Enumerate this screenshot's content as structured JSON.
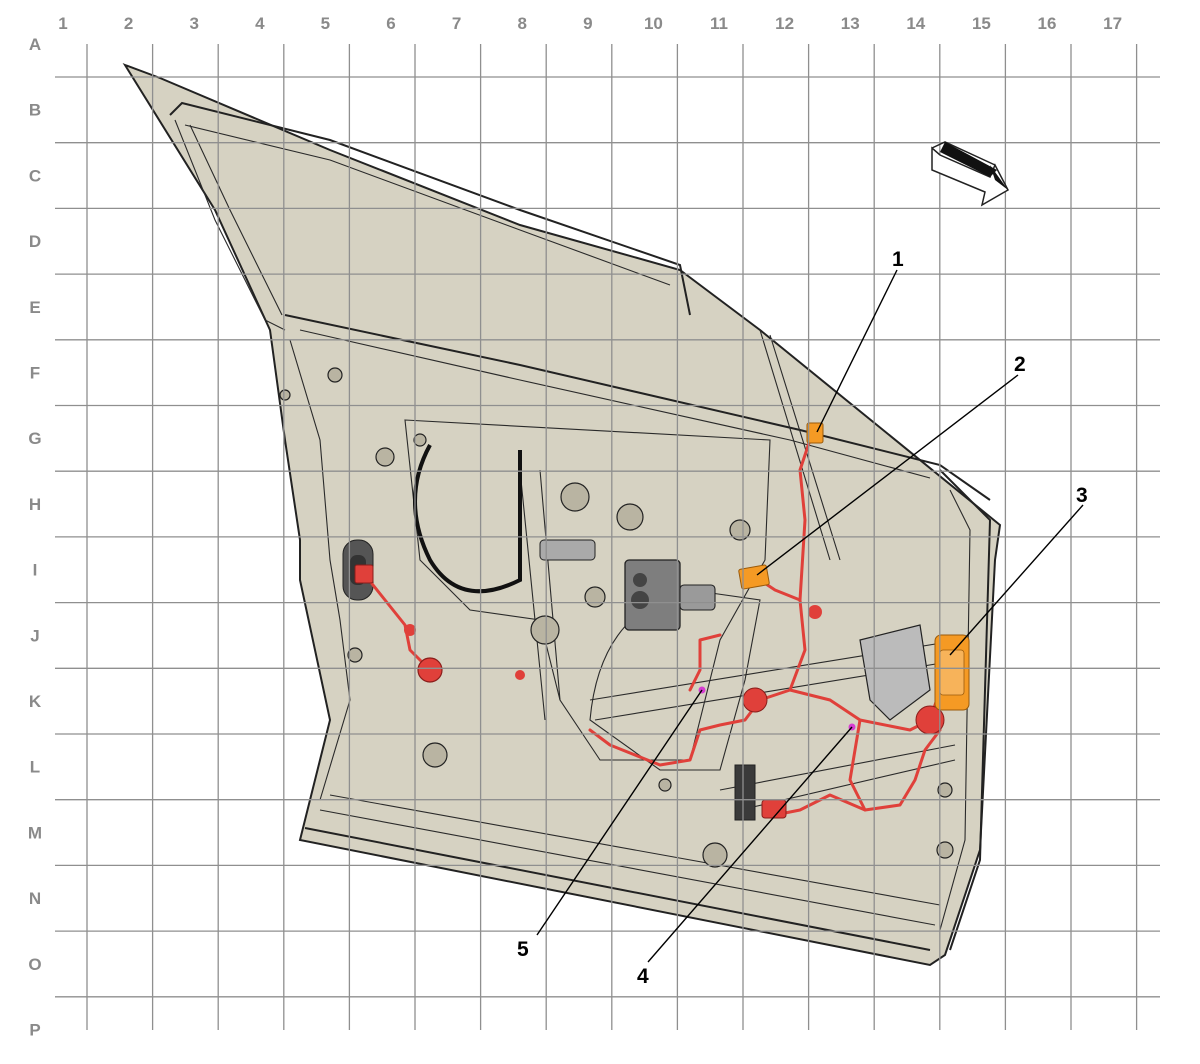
{
  "grid": {
    "columns": [
      "1",
      "2",
      "3",
      "4",
      "5",
      "6",
      "7",
      "8",
      "9",
      "10",
      "11",
      "12",
      "13",
      "14",
      "15",
      "16",
      "17"
    ],
    "rows": [
      "A",
      "B",
      "C",
      "D",
      "E",
      "F",
      "G",
      "H",
      "I",
      "J",
      "K",
      "L",
      "M",
      "N",
      "O",
      "P"
    ]
  },
  "callouts": [
    {
      "id": "1",
      "label": "1"
    },
    {
      "id": "2",
      "label": "2"
    },
    {
      "id": "3",
      "label": "3"
    },
    {
      "id": "4",
      "label": "4"
    },
    {
      "id": "5",
      "label": "5"
    }
  ],
  "colors": {
    "door_fill": "#d6d2c2",
    "door_fill_light": "#e4e1d5",
    "wire": "#e0403a",
    "connector_orange": "#f59a24",
    "connector_magenta": "#d63dd1",
    "grid": "#8f8f8f",
    "label": "#8a8a8a"
  },
  "icons": {
    "arrow": "direction-arrow-icon"
  }
}
